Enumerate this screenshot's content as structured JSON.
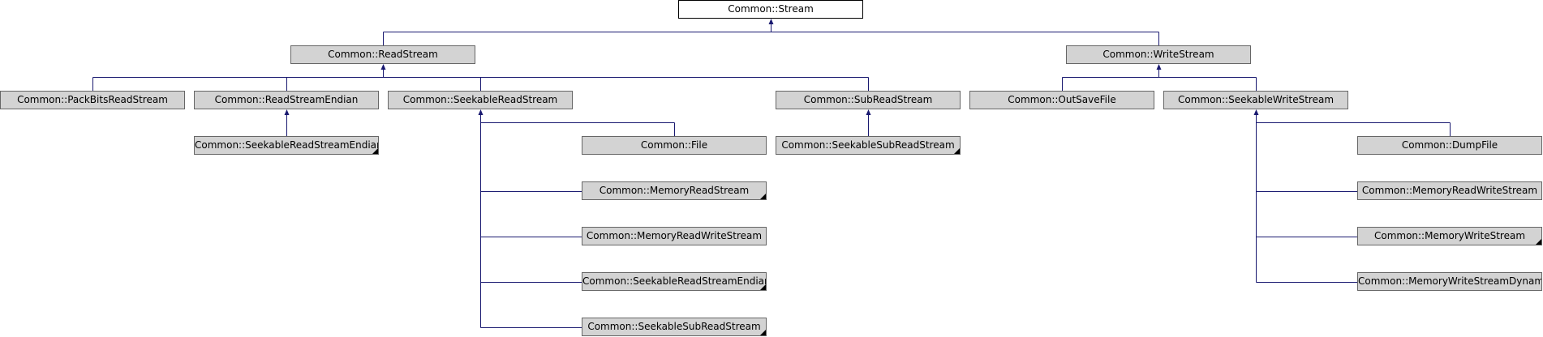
{
  "diagram": {
    "colors": {
      "edge": "#191970",
      "node_fill": "#d3d3d3",
      "root_fill": "#ffffff",
      "border": "#666666"
    },
    "nodes": [
      {
        "id": "stream",
        "label": "Common::Stream",
        "root": true
      },
      {
        "id": "readstream",
        "label": "Common::ReadStream"
      },
      {
        "id": "writestream",
        "label": "Common::WriteStream"
      },
      {
        "id": "packbits",
        "label": "Common::PackBitsReadStream"
      },
      {
        "id": "readendian",
        "label": "Common::ReadStreamEndian"
      },
      {
        "id": "seekableread",
        "label": "Common::SeekableReadStream"
      },
      {
        "id": "subread",
        "label": "Common::SubReadStream"
      },
      {
        "id": "outsave",
        "label": "Common::OutSaveFile"
      },
      {
        "id": "seekablewrite",
        "label": "Common::SeekableWriteStream"
      },
      {
        "id": "seekreadendian1",
        "label": "Common::SeekableReadStreamEndian",
        "more": true
      },
      {
        "id": "file",
        "label": "Common::File"
      },
      {
        "id": "memread",
        "label": "Common::MemoryReadStream",
        "more": true
      },
      {
        "id": "memrw1",
        "label": "Common::MemoryReadWriteStream"
      },
      {
        "id": "seekreadendian2",
        "label": "Common::SeekableReadStreamEndian",
        "more": true
      },
      {
        "id": "seeksub1",
        "label": "Common::SeekableSubReadStream",
        "more": true
      },
      {
        "id": "seeksub2",
        "label": "Common::SeekableSubReadStream",
        "more": true
      },
      {
        "id": "dumpfile",
        "label": "Common::DumpFile"
      },
      {
        "id": "memrw2",
        "label": "Common::MemoryReadWriteStream"
      },
      {
        "id": "memwrite",
        "label": "Common::MemoryWriteStream",
        "more": true
      },
      {
        "id": "memwritedyn",
        "label": "Common::MemoryWriteStreamDynamic"
      }
    ],
    "edges": [
      {
        "from": "readstream",
        "to": "stream"
      },
      {
        "from": "writestream",
        "to": "stream"
      },
      {
        "from": "packbits",
        "to": "readstream"
      },
      {
        "from": "readendian",
        "to": "readstream"
      },
      {
        "from": "seekableread",
        "to": "readstream"
      },
      {
        "from": "subread",
        "to": "readstream"
      },
      {
        "from": "outsave",
        "to": "writestream"
      },
      {
        "from": "seekablewrite",
        "to": "writestream"
      },
      {
        "from": "seekreadendian1",
        "to": "readendian"
      },
      {
        "from": "file",
        "to": "seekableread"
      },
      {
        "from": "memread",
        "to": "seekableread"
      },
      {
        "from": "memrw1",
        "to": "seekableread"
      },
      {
        "from": "seekreadendian2",
        "to": "seekableread"
      },
      {
        "from": "seeksub1",
        "to": "seekableread"
      },
      {
        "from": "seeksub2",
        "to": "subread"
      },
      {
        "from": "dumpfile",
        "to": "seekablewrite"
      },
      {
        "from": "memrw2",
        "to": "seekablewrite"
      },
      {
        "from": "memwrite",
        "to": "seekablewrite"
      },
      {
        "from": "memwritedyn",
        "to": "seekablewrite"
      }
    ]
  }
}
